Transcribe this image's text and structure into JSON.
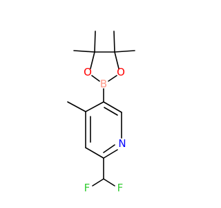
{
  "molecule": {
    "atoms": {
      "boron": {
        "label": "B",
        "color": "#FF9A8A"
      },
      "oxygen_left": {
        "label": "O",
        "color": "#FF0000"
      },
      "oxygen_right": {
        "label": "O",
        "color": "#FF0000"
      },
      "nitrogen": {
        "label": "N",
        "color": "#0000FF"
      },
      "fluorine_left": {
        "label": "F",
        "color": "#33CC33"
      },
      "fluorine_right": {
        "label": "F",
        "color": "#33CC33"
      }
    }
  }
}
